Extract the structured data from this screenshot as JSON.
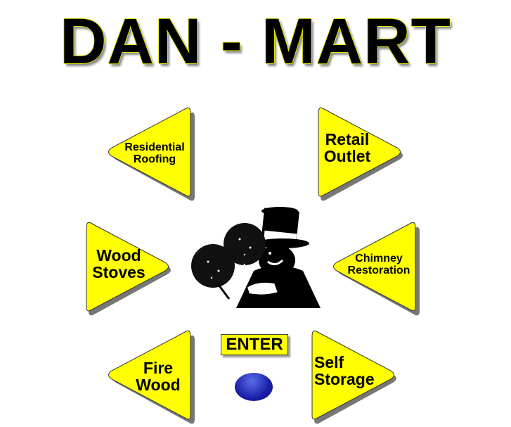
{
  "header": {
    "title": "DAN - MART"
  },
  "colors": {
    "sign_fill": "#ffff00",
    "sign_edge": "#333333",
    "enter_bg": "#ffff00",
    "ball": "#1a1faa"
  },
  "signs": [
    {
      "id": "residential-roofing",
      "line1": "Residential",
      "line2": "Roofing",
      "direction": "left"
    },
    {
      "id": "retail-outlet",
      "line1": "Retail",
      "line2": "Outlet",
      "direction": "right"
    },
    {
      "id": "wood-stoves",
      "line1": "Wood",
      "line2": "Stoves",
      "direction": "right"
    },
    {
      "id": "chimney-restoration",
      "line1": "Chimney",
      "line2": "Restoration",
      "direction": "left"
    },
    {
      "id": "fire-wood",
      "line1": "Fire",
      "line2": "Wood",
      "direction": "left"
    },
    {
      "id": "self-storage",
      "line1": "Self",
      "line2": "Storage",
      "direction": "right"
    }
  ],
  "enter_button": {
    "label": "ENTER"
  },
  "mascot": {
    "description": "chimney sweep with top hat holding brushes"
  }
}
